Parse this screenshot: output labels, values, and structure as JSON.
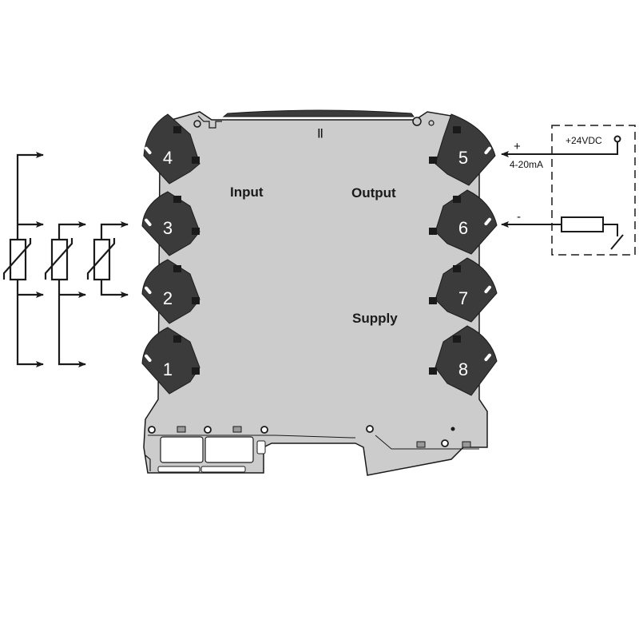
{
  "colors": {
    "body_fill": "#cccccc",
    "terminal_fill": "#3b3b3b",
    "outline": "#1a1a1a",
    "wire": "#1a1a1a",
    "background": "#ffffff"
  },
  "module": {
    "sections": {
      "input": "Input",
      "output": "Output",
      "supply": "Supply"
    },
    "top_marker": "||",
    "terminals_left": [
      {
        "number": "4"
      },
      {
        "number": "3"
      },
      {
        "number": "2"
      },
      {
        "number": "1"
      }
    ],
    "terminals_right": [
      {
        "number": "5"
      },
      {
        "number": "6"
      },
      {
        "number": "7"
      },
      {
        "number": "8"
      }
    ]
  },
  "input_wiring": {
    "description": "RTD / thermistor sensor connections (4-wire, 3-wire, 2-wire)",
    "sensors": [
      {
        "type": "4-wire",
        "icon": "thermistor-icon"
      },
      {
        "type": "3-wire",
        "icon": "thermistor-icon"
      },
      {
        "type": "2-wire",
        "icon": "thermistor-icon"
      }
    ]
  },
  "output_wiring": {
    "plus_sign": "+",
    "minus_sign": "-",
    "current_label": "4-20mA",
    "supply_label": "+24VDC",
    "load_icon": "resistor-icon",
    "ground_icon": "ground-icon"
  }
}
